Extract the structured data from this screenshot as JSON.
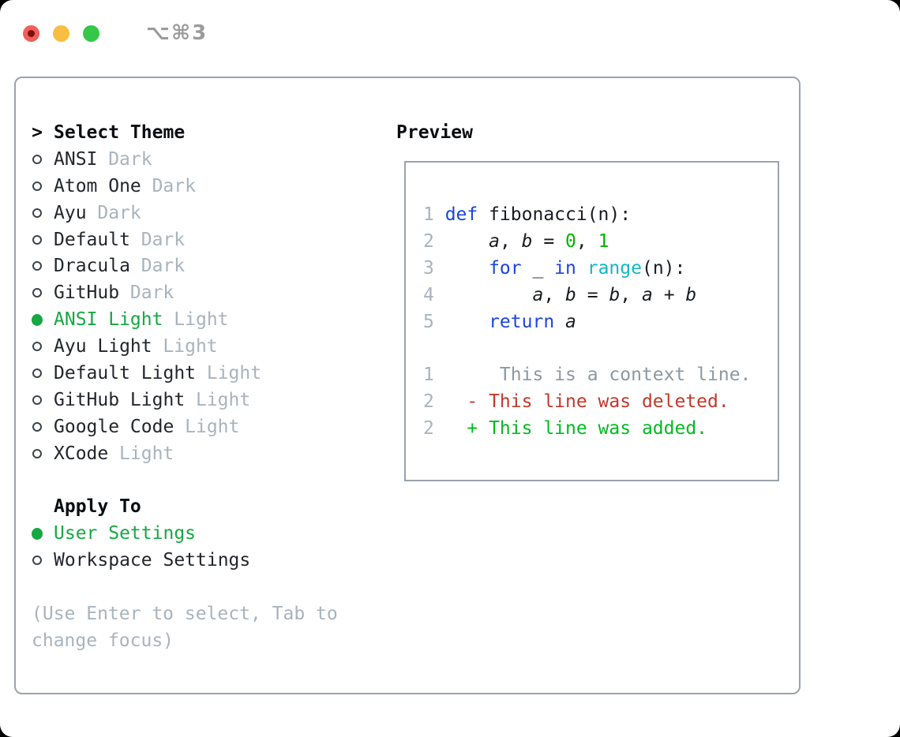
{
  "window": {
    "shortcut": "⌥⌘3",
    "traffic_lights": [
      "close",
      "minimize",
      "zoom"
    ]
  },
  "colors": {
    "border": "#9aa3ae",
    "muted": "#a9b3bd",
    "title": "#0a0d10",
    "name": "#22262c",
    "accent_green": "#16a842",
    "code_text": "#181c22",
    "keyword": "#1b45de",
    "builtin": "#14b6c8",
    "number": "#00b300",
    "context": "#8e98a1",
    "deleted": "#c2392a",
    "added": "#00bb1f",
    "line_number": "#a9b3bd",
    "shortcut": "#9b9b9b",
    "traffic_red": "#f15f58",
    "traffic_yellow": "#f7be3f",
    "traffic_green": "#34c748"
  },
  "panel": {
    "theme_picker": {
      "prompt": ">",
      "title": "Select Theme",
      "themes": [
        {
          "name": "ANSI",
          "variant": "Dark",
          "selected": false
        },
        {
          "name": "Atom One",
          "variant": "Dark",
          "selected": false
        },
        {
          "name": "Ayu",
          "variant": "Dark",
          "selected": false
        },
        {
          "name": "Default",
          "variant": "Dark",
          "selected": false
        },
        {
          "name": "Dracula",
          "variant": "Dark",
          "selected": false
        },
        {
          "name": "GitHub",
          "variant": "Dark",
          "selected": false
        },
        {
          "name": "ANSI Light",
          "variant": "Light",
          "selected": true
        },
        {
          "name": "Ayu Light",
          "variant": "Light",
          "selected": false
        },
        {
          "name": "Default Light",
          "variant": "Light",
          "selected": false
        },
        {
          "name": "GitHub Light",
          "variant": "Light",
          "selected": false
        },
        {
          "name": "Google Code",
          "variant": "Light",
          "selected": false
        },
        {
          "name": "XCode",
          "variant": "Light",
          "selected": false
        }
      ]
    },
    "apply_to": {
      "title": "Apply To",
      "options": [
        {
          "label": "User Settings",
          "selected": true
        },
        {
          "label": "Workspace Settings",
          "selected": false
        }
      ]
    },
    "hint_lines": [
      "(Use Enter to select, Tab to",
      "change focus)"
    ],
    "preview": {
      "title": "Preview",
      "lines": [
        {
          "num": "1",
          "segments": [
            {
              "text": "def",
              "style": "keyword"
            },
            {
              "text": " fibonacci(n):",
              "style": "plain"
            }
          ]
        },
        {
          "num": "2",
          "segments": [
            {
              "text": "    ",
              "style": "plain"
            },
            {
              "text": "a",
              "style": "variable"
            },
            {
              "text": ", ",
              "style": "plain"
            },
            {
              "text": "b",
              "style": "variable"
            },
            {
              "text": " = ",
              "style": "plain"
            },
            {
              "text": "0",
              "style": "number"
            },
            {
              "text": ", ",
              "style": "plain"
            },
            {
              "text": "1",
              "style": "number"
            }
          ]
        },
        {
          "num": "3",
          "segments": [
            {
              "text": "    ",
              "style": "plain"
            },
            {
              "text": "for",
              "style": "keyword"
            },
            {
              "text": " _ ",
              "style": "plain"
            },
            {
              "text": "in",
              "style": "keyword"
            },
            {
              "text": " ",
              "style": "plain"
            },
            {
              "text": "range",
              "style": "function"
            },
            {
              "text": "(n):",
              "style": "plain"
            }
          ]
        },
        {
          "num": "4",
          "segments": [
            {
              "text": "        ",
              "style": "plain"
            },
            {
              "text": "a",
              "style": "variable"
            },
            {
              "text": ", ",
              "style": "plain"
            },
            {
              "text": "b",
              "style": "variable"
            },
            {
              "text": " = ",
              "style": "plain"
            },
            {
              "text": "b",
              "style": "variable"
            },
            {
              "text": ", ",
              "style": "plain"
            },
            {
              "text": "a",
              "style": "variable"
            },
            {
              "text": " + ",
              "style": "plain"
            },
            {
              "text": "b",
              "style": "variable"
            }
          ]
        },
        {
          "num": "5",
          "segments": [
            {
              "text": "    ",
              "style": "plain"
            },
            {
              "text": "return",
              "style": "keyword"
            },
            {
              "text": " ",
              "style": "plain"
            },
            {
              "text": "a",
              "style": "variable"
            }
          ]
        },
        {
          "num": "",
          "segments": []
        },
        {
          "num": "1",
          "segments": [
            {
              "text": "     This is a context line.",
              "style": "context"
            }
          ]
        },
        {
          "num": "2",
          "segments": [
            {
              "text": "  ",
              "style": "plain"
            },
            {
              "text": "- This line was deleted.",
              "style": "deleted"
            }
          ]
        },
        {
          "num": "2",
          "segments": [
            {
              "text": "  ",
              "style": "plain"
            },
            {
              "text": "+ This line was added.",
              "style": "added"
            }
          ]
        }
      ]
    }
  }
}
